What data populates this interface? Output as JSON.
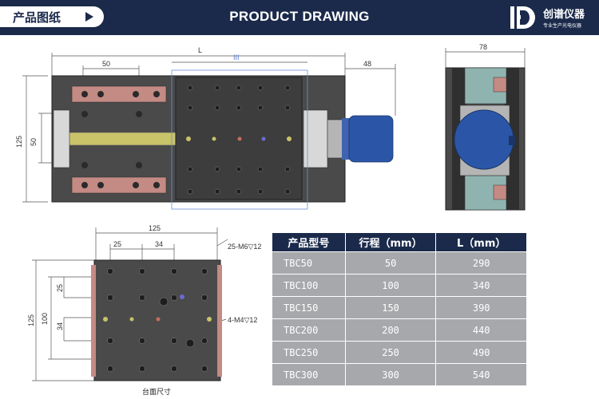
{
  "header": {
    "section_tag": "产品图纸",
    "title": "PRODUCT DRAWING",
    "brand_name": "创谱仪器",
    "brand_slogan": "专业生产光电仪器"
  },
  "front_view": {
    "dim_L": "L",
    "dim_III": "III",
    "dim_50": "50",
    "dim_48": "48",
    "dim_125": "125",
    "dim_50v": "50"
  },
  "side_view": {
    "dim_78": "78"
  },
  "table_view": {
    "dim_125_top": "125",
    "dim_25": "25",
    "dim_34": "34",
    "dim_25_left": "25",
    "dim_34_left": "34",
    "dim_100": "100",
    "dim_125_left": "125",
    "callout_m6": "25-M6▽12",
    "callout_m4": "4-M4▽12",
    "caption": "台面尺寸"
  },
  "spec_table": {
    "headers": [
      "产品型号",
      "行程（mm）",
      "L（mm）"
    ],
    "rows": [
      [
        "TBC50",
        "50",
        "290"
      ],
      [
        "TBC100",
        "100",
        "340"
      ],
      [
        "TBC150",
        "150",
        "390"
      ],
      [
        "TBC200",
        "200",
        "440"
      ],
      [
        "TBC250",
        "250",
        "490"
      ],
      [
        "TBC300",
        "300",
        "540"
      ]
    ]
  },
  "colors": {
    "header_bg": "#1b2a4b",
    "table_cell": "#a6a8ab",
    "stage_body": "#4a4a4a",
    "rail": "#c48a84",
    "rod": "#c9c36a",
    "motor": "#2b56a8"
  }
}
